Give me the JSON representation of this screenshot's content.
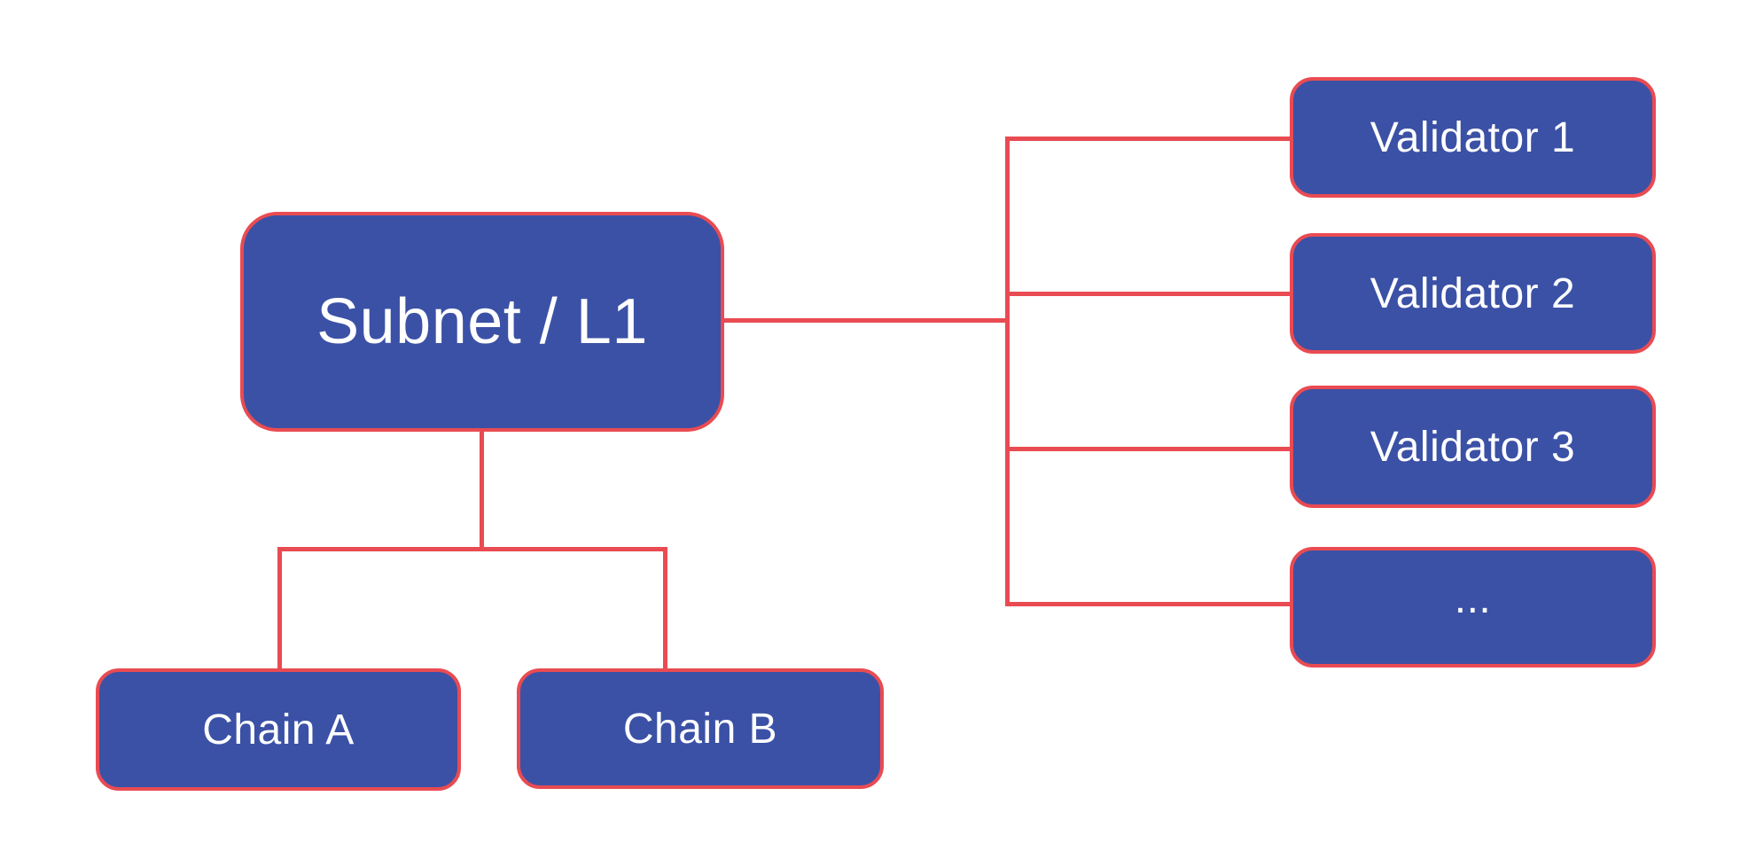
{
  "diagram": {
    "title": "Subnet / L1 topology diagram",
    "colors": {
      "background": "#FFFFFF",
      "node_fill": "#3B51A6",
      "connector": "#E94B52",
      "text": "#FFFFFF"
    },
    "nodes": {
      "subnet": {
        "label": "Subnet / L1"
      },
      "chain_a": {
        "label": "Chain A"
      },
      "chain_b": {
        "label": "Chain B"
      },
      "validators": [
        {
          "label": "Validator 1"
        },
        {
          "label": "Validator 2"
        },
        {
          "label": "Validator 3"
        },
        {
          "label": "..."
        }
      ]
    }
  }
}
